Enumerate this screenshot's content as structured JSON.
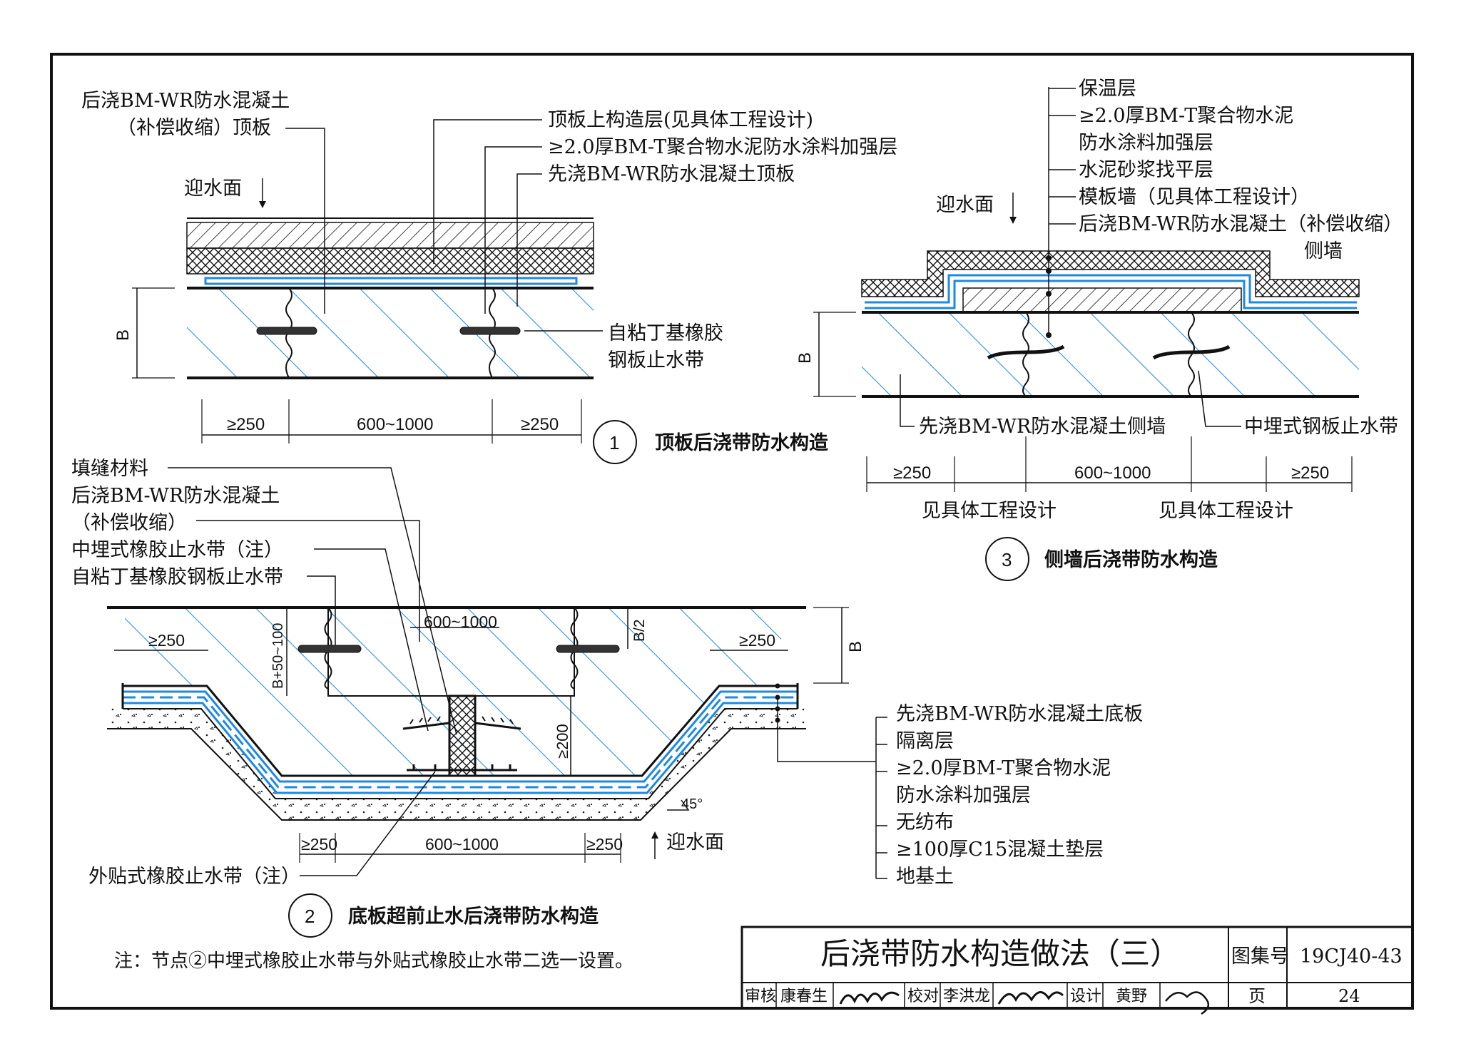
{
  "detail1": {
    "num": "1",
    "title": "顶板后浇带防水构造",
    "label_post_cast_a": "后浇BM-WR防水混凝土",
    "label_post_cast_b": "（补偿收缩）顶板",
    "label_upper_layer": "顶板上构造层(见具体工程设计)",
    "label_coating": "≥2.0厚BM-T聚合物水泥防水涂料加强层",
    "label_pre_cast": "先浇BM-WR防水混凝土顶板",
    "label_water_face": "迎水面",
    "label_waterstop_a": "自粘丁基橡胶",
    "label_waterstop_b": "钢板止水带",
    "dim_B": "B",
    "dim_left": "≥250",
    "dim_mid": "600~1000",
    "dim_right": "≥250"
  },
  "detail2": {
    "num": "2",
    "title": "底板超前止水后浇带防水构造",
    "label_fill": "填缝材料",
    "label_post_cast_a": "后浇BM-WR防水混凝土",
    "label_post_cast_b": "（补偿收缩）",
    "label_embedded": "中埋式橡胶止水带（注）",
    "label_butyl": "自粘丁基橡胶钢板止水带",
    "label_external": "外贴式橡胶止水带（注）",
    "label_water_face": "迎水面",
    "layers": [
      "先浇BM-WR防水混凝土底板",
      "隔离层",
      "≥2.0厚BM-T聚合物水泥",
      "防水涂料加强层",
      "无纺布",
      "≥100厚C15混凝土垫层",
      "地基土"
    ],
    "dim_top_mid": "600~1000",
    "dim_top_left": "≥250",
    "dim_top_right": "≥250",
    "dim_b50": "B+50~100",
    "dim_b2": "B/2",
    "dim_B": "B",
    "dim_200": "≥200",
    "dim_45": "45°",
    "dim_bot_left": "≥250",
    "dim_bot_mid": "600~1000",
    "dim_bot_right": "≥250"
  },
  "detail3": {
    "num": "3",
    "title": "侧墙后浇带防水构造",
    "labels": [
      "保温层",
      "≥2.0厚BM-T聚合物水泥",
      "防水涂料加强层",
      "水泥砂浆找平层",
      "模板墙（见具体工程设计）",
      "后浇BM-WR防水混凝土（补偿收缩）",
      "侧墙"
    ],
    "label_water_face": "迎水面",
    "label_pre_cast": "先浇BM-WR防水混凝土侧墙",
    "label_embedded_steel": "中埋式钢板止水带",
    "dim_B": "B",
    "dim_left": "≥250",
    "dim_mid": "600~1000",
    "dim_right": "≥250",
    "note_left": "见具体工程设计",
    "note_right": "见具体工程设计"
  },
  "note": "注：节点②中埋式橡胶止水带与外贴式橡胶止水带二选一设置。",
  "title_block": {
    "title": "后浇带防水构造做法（三）",
    "atlas_label": "图集号",
    "atlas_no": "19CJ40-43",
    "review_label": "审核",
    "reviewer": "康春生",
    "check_label": "校对",
    "checker": "李洪龙",
    "design_label": "设计",
    "designer": "黄野",
    "page_label": "页",
    "page_no": "24"
  },
  "colors": {
    "line": "#111111",
    "water": "#1e88e5",
    "hatch": "#1e88e5"
  }
}
